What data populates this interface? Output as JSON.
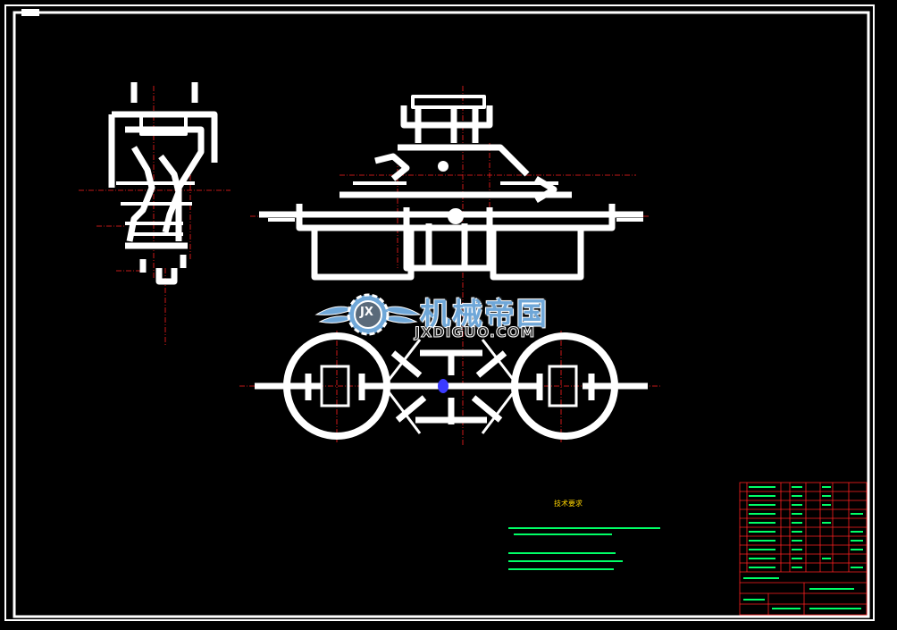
{
  "drawing": {
    "background": "#000000",
    "border_color": "#ffffff",
    "outline_color": "#ffffff",
    "center_line_color": "#ff2020",
    "table_line_color": "#ff2020",
    "table_text_color": "#00ff66",
    "title_text_color": "#ffd400"
  },
  "watermark": {
    "chinese": "机械帝国",
    "domain": "JXDIGUO.COM",
    "emblem_letters": "JX",
    "text_color": "#6fa7d8"
  },
  "technical_notes": {
    "title": "技术要求",
    "lines": [
      "",
      "",
      "",
      "",
      "",
      ""
    ]
  }
}
